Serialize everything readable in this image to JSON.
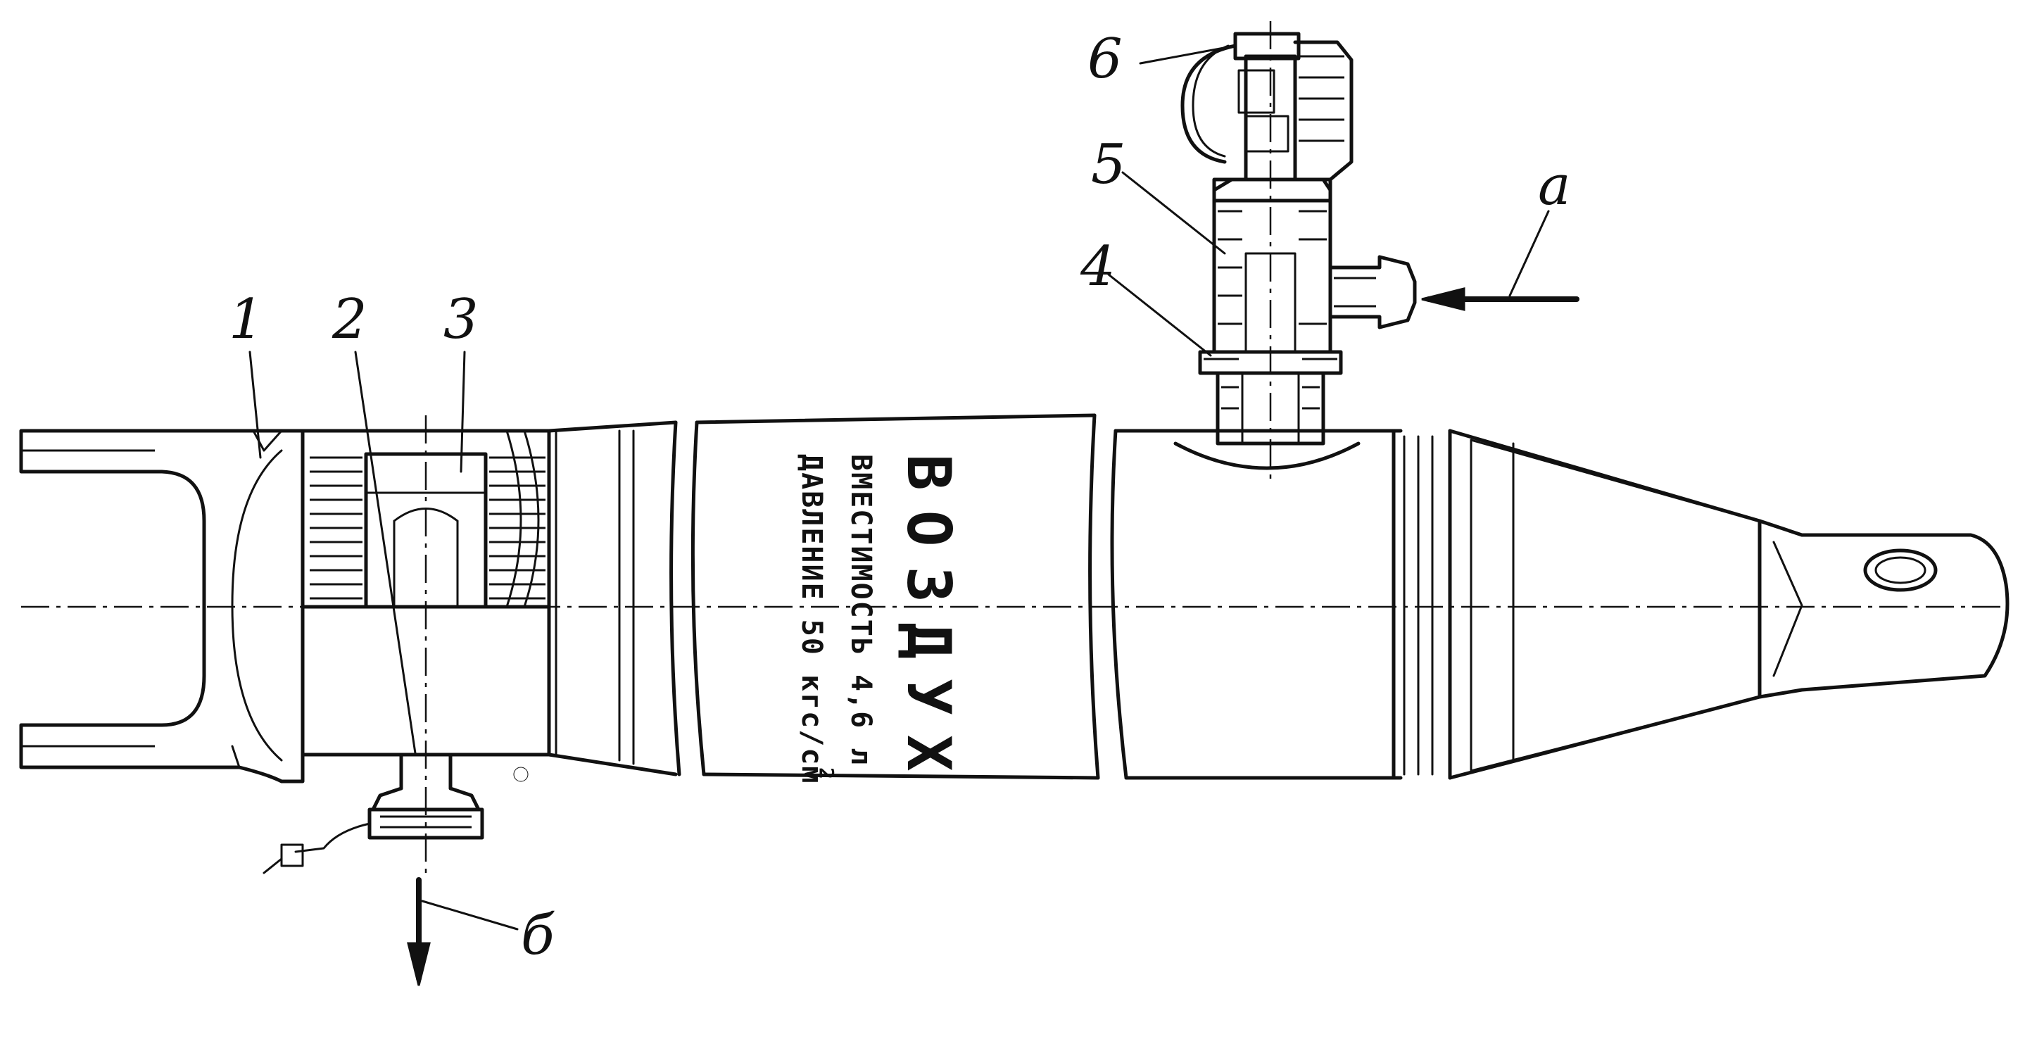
{
  "diagram": {
    "part_labels": [
      {
        "id": "1",
        "text": "1"
      },
      {
        "id": "2",
        "text": "2"
      },
      {
        "id": "3",
        "text": "3"
      },
      {
        "id": "4",
        "text": "4"
      },
      {
        "id": "5",
        "text": "5"
      },
      {
        "id": "6",
        "text": "6"
      }
    ],
    "flow_labels": {
      "inlet": "а",
      "outlet": "б"
    },
    "tank_text": {
      "title": "ВОЗДУХ",
      "capacity": "ВМЕСТИМОСТЬ 4,6 л",
      "pressure": "ДАВЛЕНИЕ 50 кгс/см",
      "pressure_sup": "2"
    }
  }
}
